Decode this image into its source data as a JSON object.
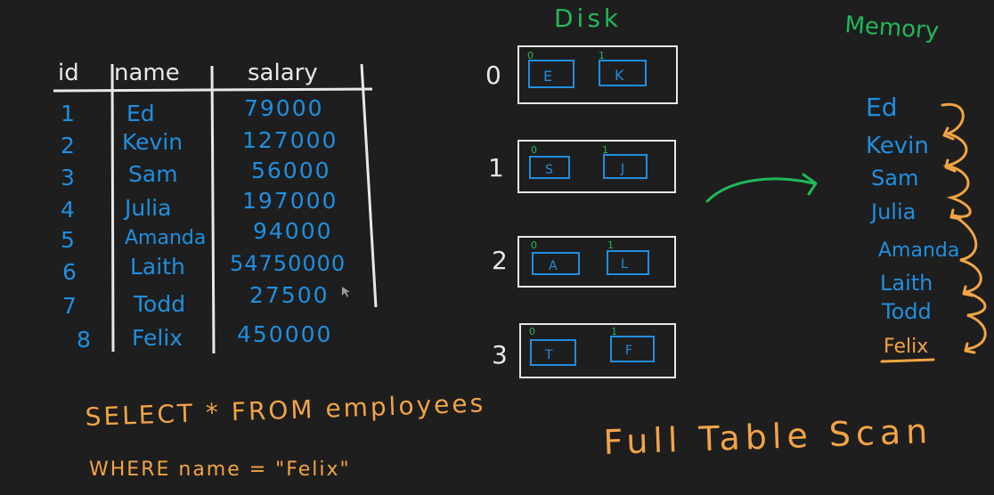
{
  "table": {
    "headers": [
      "id",
      "name",
      "salary"
    ],
    "rows": [
      {
        "id": "1",
        "name": "Ed",
        "salary": "79000"
      },
      {
        "id": "2",
        "name": "Kevin",
        "salary": "127000"
      },
      {
        "id": "3",
        "name": "Sam",
        "salary": "56000"
      },
      {
        "id": "4",
        "name": "Julia",
        "salary": "197000"
      },
      {
        "id": "5",
        "name": "Amanda",
        "salary": "94000"
      },
      {
        "id": "6",
        "name": "Laith",
        "salary": "54750000"
      },
      {
        "id": "7",
        "name": "Todd",
        "salary": "27500"
      },
      {
        "id": "8",
        "name": "Felix",
        "salary": "450000"
      }
    ]
  },
  "query": {
    "line1": "SELECT * FROM employees",
    "line2": "WHERE name = \"Felix\""
  },
  "disk": {
    "title": "Disk",
    "pages": [
      {
        "index": "0",
        "slots": [
          {
            "slot": "0",
            "key": "E"
          },
          {
            "slot": "1",
            "key": "K"
          }
        ]
      },
      {
        "index": "1",
        "slots": [
          {
            "slot": "0",
            "key": "S"
          },
          {
            "slot": "1",
            "key": "J"
          }
        ]
      },
      {
        "index": "2",
        "slots": [
          {
            "slot": "0",
            "key": "A"
          },
          {
            "slot": "1",
            "key": "L"
          }
        ]
      },
      {
        "index": "3",
        "slots": [
          {
            "slot": "0",
            "key": "T"
          },
          {
            "slot": "1",
            "key": "F"
          }
        ]
      }
    ]
  },
  "memory": {
    "title": "Memory",
    "names": [
      "Ed",
      "Kevin",
      "Sam",
      "Julia",
      "Amanda",
      "Laith",
      "Todd",
      "Felix"
    ]
  },
  "caption": "Full Table Scan",
  "colors": {
    "background": "#1e1e1e",
    "chalk": "#e8e8e8",
    "blue": "#1f8fe0",
    "green": "#1fb859",
    "orange": "#f2a444"
  }
}
